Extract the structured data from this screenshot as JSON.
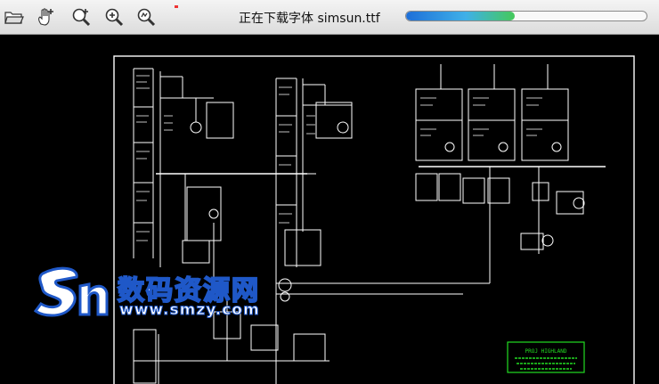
{
  "toolbar": {
    "status_text": "正在下载字体 simsun.ttf",
    "progress": 0.45,
    "progress_color_start": "#1e6fd8",
    "progress_color_end": "#45c95a",
    "icons": [
      "open-folder-icon",
      "pan-hand-icon",
      "zoom-in-icon",
      "zoom-window-icon",
      "zoom-extents-icon"
    ]
  },
  "drawing": {
    "background": "#000000",
    "line_color": "#ffffff",
    "legend_color": "#22dd22",
    "legend_title": "PROJ  HIGHLAND"
  },
  "watermark": {
    "title": "数码资源网",
    "url": "www.smzy.com",
    "color": "#1f58c8"
  }
}
